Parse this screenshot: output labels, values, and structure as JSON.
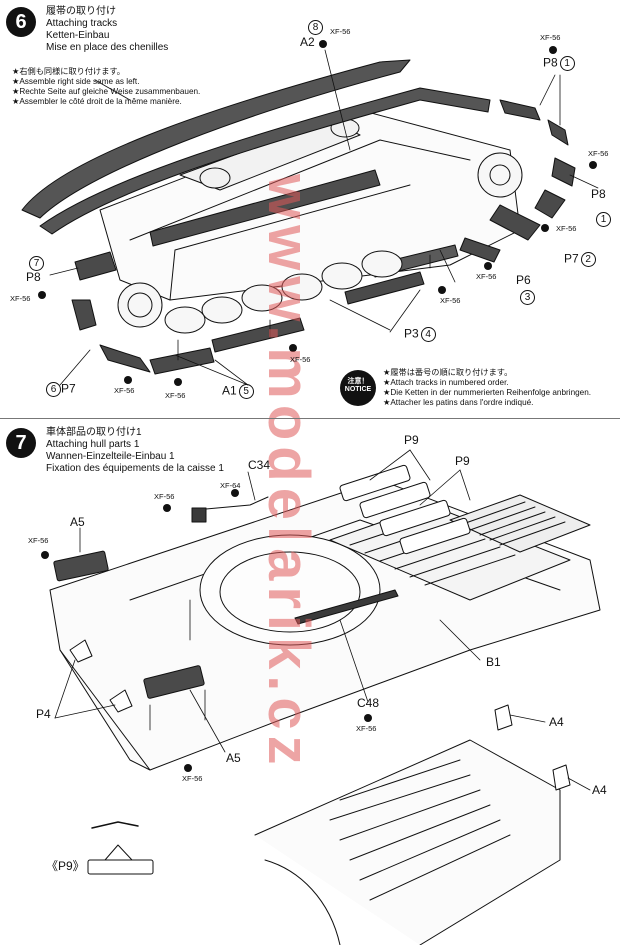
{
  "watermark": "www.modelarik.cz",
  "step6": {
    "number": "6",
    "title_ja": "履帯の取り付け",
    "title_en": "Attaching tracks",
    "title_de": "Ketten-Einbau",
    "title_fr": "Mise en place des chenilles",
    "note_ja": "★右側も同様に取り付けます。",
    "note_en": "★Assemble right side same as left.",
    "note_de": "★Rechte Seite auf gleiche Weise zusammenbauen.",
    "note_fr": "★Assembler le côté droit de la même manière.",
    "caution_badge_ja": "注意！",
    "caution_badge_en": "NOTICE",
    "caution_ja": "★履帯は番号の順に取り付けます。",
    "caution_en": "★Attach tracks in numbered order.",
    "caution_de": "★Die Ketten in der nummerierten Reihenfolge anbringen.",
    "caution_fr": "★Attacher les patins dans l'ordre indiqué.",
    "labels": {
      "a2_num": "8",
      "a2": "A2",
      "p8_top": "P8",
      "p8_top_num": "1",
      "p8_right": "P8",
      "p8_right_num": "1",
      "p7_right": "P7",
      "p7_right_num": "2",
      "p6": "P6",
      "p6_num": "3",
      "p3": "P3",
      "p3_num": "4",
      "a1": "A1",
      "a1_num": "5",
      "p7_left": "P7",
      "p7_left_num": "6",
      "p8_left": "P8",
      "p8_left_num": "7"
    },
    "paint": "XF-56"
  },
  "step7": {
    "number": "7",
    "title_ja": "車体部品の取り付け1",
    "title_en": "Attaching hull parts 1",
    "title_de": "Wannen-Einzelteile-Einbau 1",
    "title_fr": "Fixation des équipements de la caisse 1",
    "labels": {
      "p9_a": "P9",
      "p9_b": "P9",
      "c34": "C34",
      "a5_top": "A5",
      "p4": "P4",
      "a5_bottom": "A5",
      "b1": "B1",
      "c48": "C48",
      "a4_top": "A4",
      "a4_bottom": "A4",
      "p9_detail": "《P9》"
    },
    "paint_xf56": "XF-56",
    "paint_xf64": "XF-64"
  },
  "colors": {
    "ink": "#111111",
    "part_fill": "#4a4a4a",
    "watermark": "#e05a5a"
  }
}
